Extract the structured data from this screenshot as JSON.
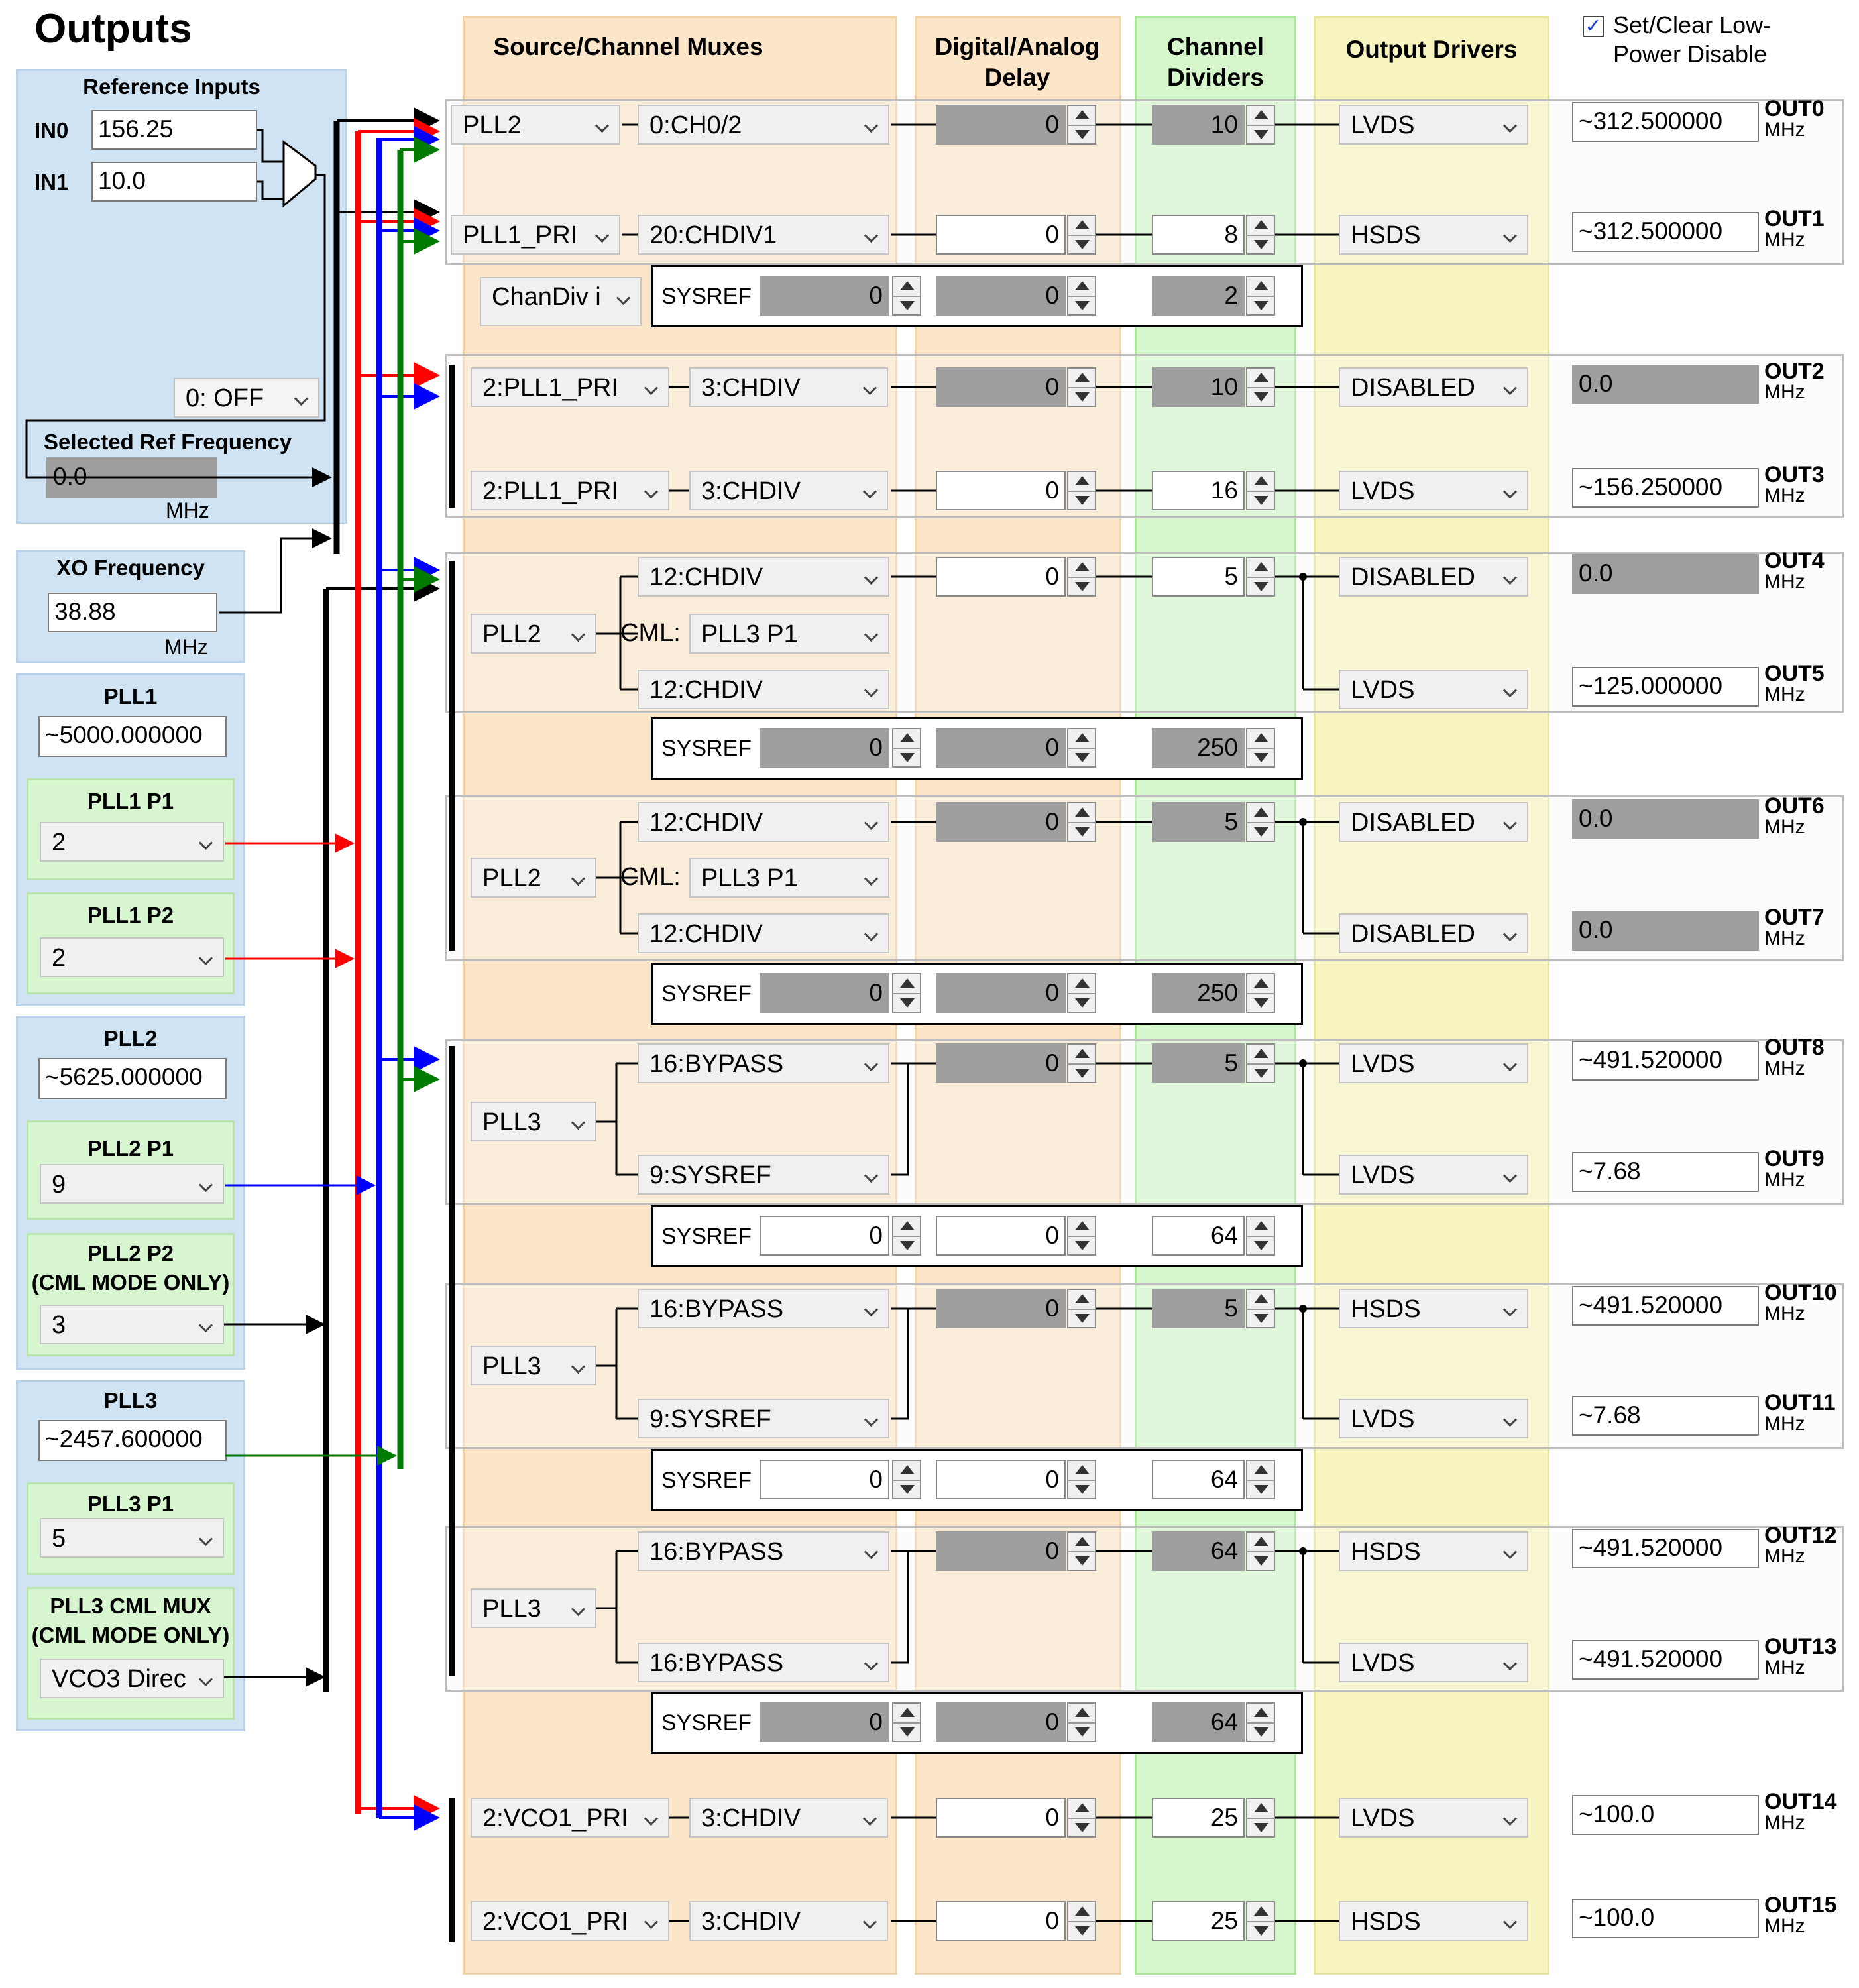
{
  "page_title": "Outputs",
  "columns": {
    "source_muxes": "Source/Channel Muxes",
    "delay": "Digital/Analog Delay",
    "channel_dividers": "Channel Dividers",
    "output_drivers": "Output Drivers"
  },
  "lowpower_checkbox": {
    "checked": true,
    "label": "Set/Clear Low-Power Disable"
  },
  "reference_inputs": {
    "title": "Reference Inputs",
    "in0_label": "IN0",
    "in0_value": "156.25",
    "in1_label": "IN1",
    "in1_value": "10.0",
    "mux_select": "0: OFF",
    "selected_ref_label": "Selected Ref Frequency",
    "selected_ref_value": "0.0",
    "unit": "MHz"
  },
  "xo": {
    "title": "XO Frequency",
    "value": "38.88",
    "unit": "MHz"
  },
  "pll1": {
    "title": "PLL1",
    "value": "~5000.000000",
    "p1_title": "PLL1 P1",
    "p1": "2",
    "p2_title": "PLL1 P2",
    "p2": "2"
  },
  "pll2": {
    "title": "PLL2",
    "value": "~5625.000000",
    "p1_title": "PLL2 P1",
    "p1": "9",
    "p2_title_l1": "PLL2 P2",
    "p2_title_l2": "(CML MODE ONLY)",
    "p2": "3"
  },
  "pll3": {
    "title": "PLL3",
    "value": "~2457.600000",
    "p1_title": "PLL3 P1",
    "p1": "5",
    "cml_title_l1": "PLL3 CML MUX",
    "cml_title_l2": "(CML MODE ONLY)",
    "cml": "VCO3 Direc"
  },
  "outputs": [
    {
      "id": "OUT0",
      "src": "PLL2",
      "mux": "0:CH0/2",
      "delay": "0",
      "div": "10",
      "driver": "LVDS",
      "freq": "~312.500000"
    },
    {
      "id": "OUT1",
      "src": "PLL1_PRI",
      "mux": "20:CHDIV1",
      "delay": "0",
      "div": "8",
      "driver": "HSDS",
      "freq": "~312.500000"
    },
    {
      "id": "OUT2",
      "src": "2:PLL1_PRI",
      "mux": "3:CHDIV",
      "delay": "0",
      "div": "10",
      "driver": "DISABLED",
      "freq": "0.0"
    },
    {
      "id": "OUT3",
      "src": "2:PLL1_PRI",
      "mux": "3:CHDIV",
      "delay": "0",
      "div": "16",
      "driver": "LVDS",
      "freq": "~156.250000"
    },
    {
      "id": "OUT4",
      "mux": "12:CHDIV",
      "delay": "0",
      "div": "5",
      "driver": "DISABLED",
      "freq": "0.0"
    },
    {
      "id": "OUT5",
      "mux": "12:CHDIV",
      "driver": "LVDS",
      "freq": "~125.000000"
    },
    {
      "id": "OUT6",
      "mux": "12:CHDIV",
      "delay": "0",
      "div": "5",
      "driver": "DISABLED",
      "freq": "0.0"
    },
    {
      "id": "OUT7",
      "mux": "12:CHDIV",
      "driver": "DISABLED",
      "freq": "0.0"
    },
    {
      "id": "OUT8",
      "mux": "16:BYPASS",
      "delay": "0",
      "div": "5",
      "driver": "LVDS",
      "freq": "~491.520000"
    },
    {
      "id": "OUT9",
      "mux": "9:SYSREF",
      "driver": "LVDS",
      "freq": "~7.68"
    },
    {
      "id": "OUT10",
      "mux": "16:BYPASS",
      "delay": "0",
      "div": "5",
      "driver": "HSDS",
      "freq": "~491.520000"
    },
    {
      "id": "OUT11",
      "mux": "9:SYSREF",
      "driver": "LVDS",
      "freq": "~7.68"
    },
    {
      "id": "OUT12",
      "mux": "16:BYPASS",
      "delay": "0",
      "div": "64",
      "driver": "HSDS",
      "freq": "~491.520000"
    },
    {
      "id": "OUT13",
      "mux": "16:BYPASS",
      "driver": "LVDS",
      "freq": "~491.520000"
    },
    {
      "id": "OUT14",
      "src": "2:VCO1_PRI",
      "mux": "3:CHDIV",
      "delay": "0",
      "div": "25",
      "driver": "LVDS",
      "freq": "~100.0"
    },
    {
      "id": "OUT15",
      "src": "2:VCO1_PRI",
      "mux": "3:CHDIV",
      "delay": "0",
      "div": "25",
      "driver": "HSDS",
      "freq": "~100.0"
    }
  ],
  "unit_mhz": "MHz",
  "groups": {
    "g2_src": "PLL2",
    "g2_cml_label": "CML:",
    "g2_cml": "PLL3 P1",
    "g3_src": "PLL2",
    "g3_cml_label": "CML:",
    "g3_cml": "PLL3 P1",
    "g4_src": "PLL3",
    "g5_src": "PLL3",
    "g6_src": "PLL3"
  },
  "chandiv_select": "ChanDiv i",
  "sysref_rows": [
    {
      "label": "SYSREF",
      "a": "0",
      "b": "0",
      "c": "2"
    },
    {
      "label": "SYSREF",
      "a": "0",
      "b": "0",
      "c": "250"
    },
    {
      "label": "SYSREF",
      "a": "0",
      "b": "0",
      "c": "250"
    },
    {
      "label": "SYSREF",
      "a": "0",
      "b": "0",
      "c": "64"
    },
    {
      "label": "SYSREF",
      "a": "0",
      "b": "0",
      "c": "64"
    },
    {
      "label": "SYSREF",
      "a": "0",
      "b": "0",
      "c": "64"
    }
  ],
  "colors": {
    "red": "#ff0000",
    "blue": "#0000ff",
    "green": "#007a00"
  }
}
